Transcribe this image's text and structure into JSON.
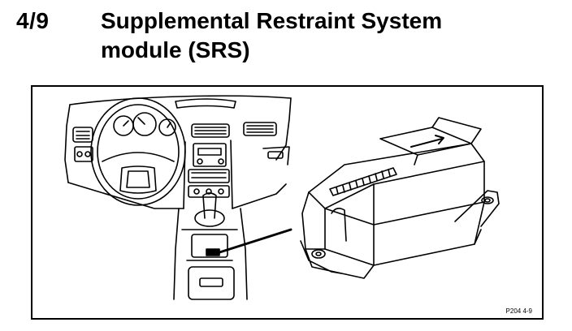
{
  "header": {
    "section_number": "4/9",
    "title_line1": "Supplemental Restraint System",
    "title_line2": "module (SRS)"
  },
  "figure": {
    "code": "P204  4-9"
  }
}
